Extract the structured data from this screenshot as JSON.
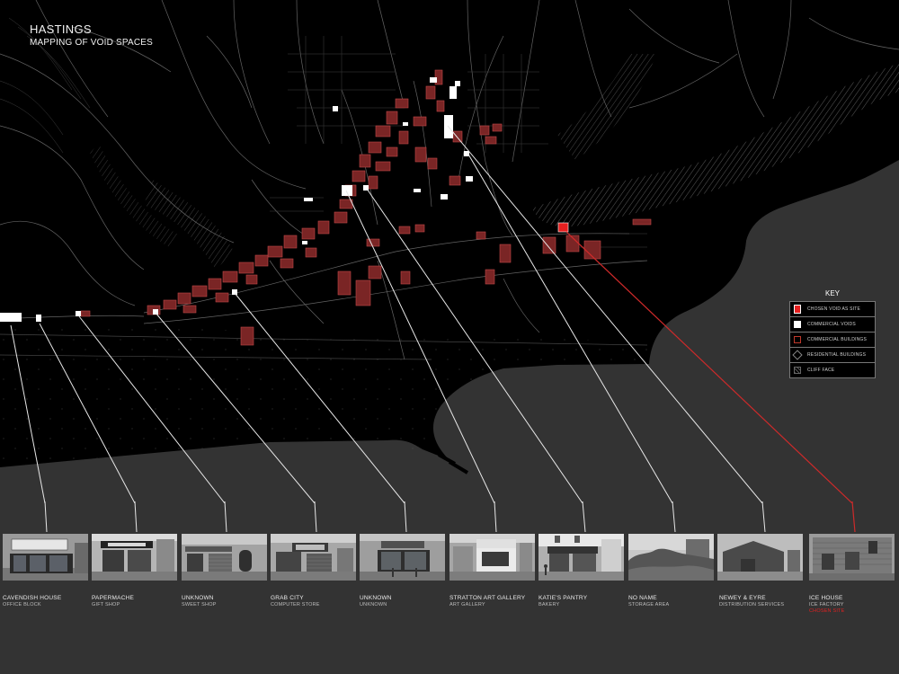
{
  "header": {
    "title": "HASTINGS",
    "subtitle": "MAPPING OF VOID SPACES"
  },
  "colors": {
    "map_background": "#000000",
    "sea": "#333333",
    "commercial": "#b53a3a",
    "chosen": "#e62020",
    "void": "#ffffff"
  },
  "key": {
    "title": "KEY",
    "items": [
      {
        "label": "CHOSEN VOID AS SITE",
        "icon": "chosen-void-swatch"
      },
      {
        "label": "COMMERCIAL VOIDS",
        "icon": "commercial-void-swatch"
      },
      {
        "label": "COMMERCIAL BUILDINGS",
        "icon": "commercial-building-swatch"
      },
      {
        "label": "RESIDENTIAL BUILDINGS",
        "icon": "residential-building-swatch"
      },
      {
        "label": "CLIFF FACE",
        "icon": "cliff-face-swatch"
      }
    ]
  },
  "sites": [
    {
      "name": "CAVENDISH HOUSE",
      "use": "OFFICE BLOCK",
      "note": "",
      "sign": "Cavendish House"
    },
    {
      "name": "PAPERMACHE",
      "use": "GIFT SHOP",
      "note": "",
      "sign": "PAPERMACHE"
    },
    {
      "name": "UNKNOWN",
      "use": "SWEET SHOP",
      "note": "",
      "sign": ""
    },
    {
      "name": "GRAB CITY",
      "use": "COMPUTER STORE",
      "note": "",
      "sign": ""
    },
    {
      "name": "UNKNOWN",
      "use": "UNKNOWN",
      "note": "",
      "sign": ""
    },
    {
      "name": "STRATTON ART GALLERY",
      "use": "ART GALLERY",
      "note": "",
      "sign": ""
    },
    {
      "name": "KATIE'S PANTRY",
      "use": "BAKERY",
      "note": "",
      "sign": ""
    },
    {
      "name": "NO NAME",
      "use": "STORAGE AREA",
      "note": "",
      "sign": ""
    },
    {
      "name": "NEWEY & EYRE",
      "use": "DISTRIBUTION SERVICES",
      "note": "",
      "sign": ""
    },
    {
      "name": "ICE HOUSE",
      "use": "ICE FACTORY",
      "note": "CHOSEN SITE",
      "sign": ""
    }
  ]
}
